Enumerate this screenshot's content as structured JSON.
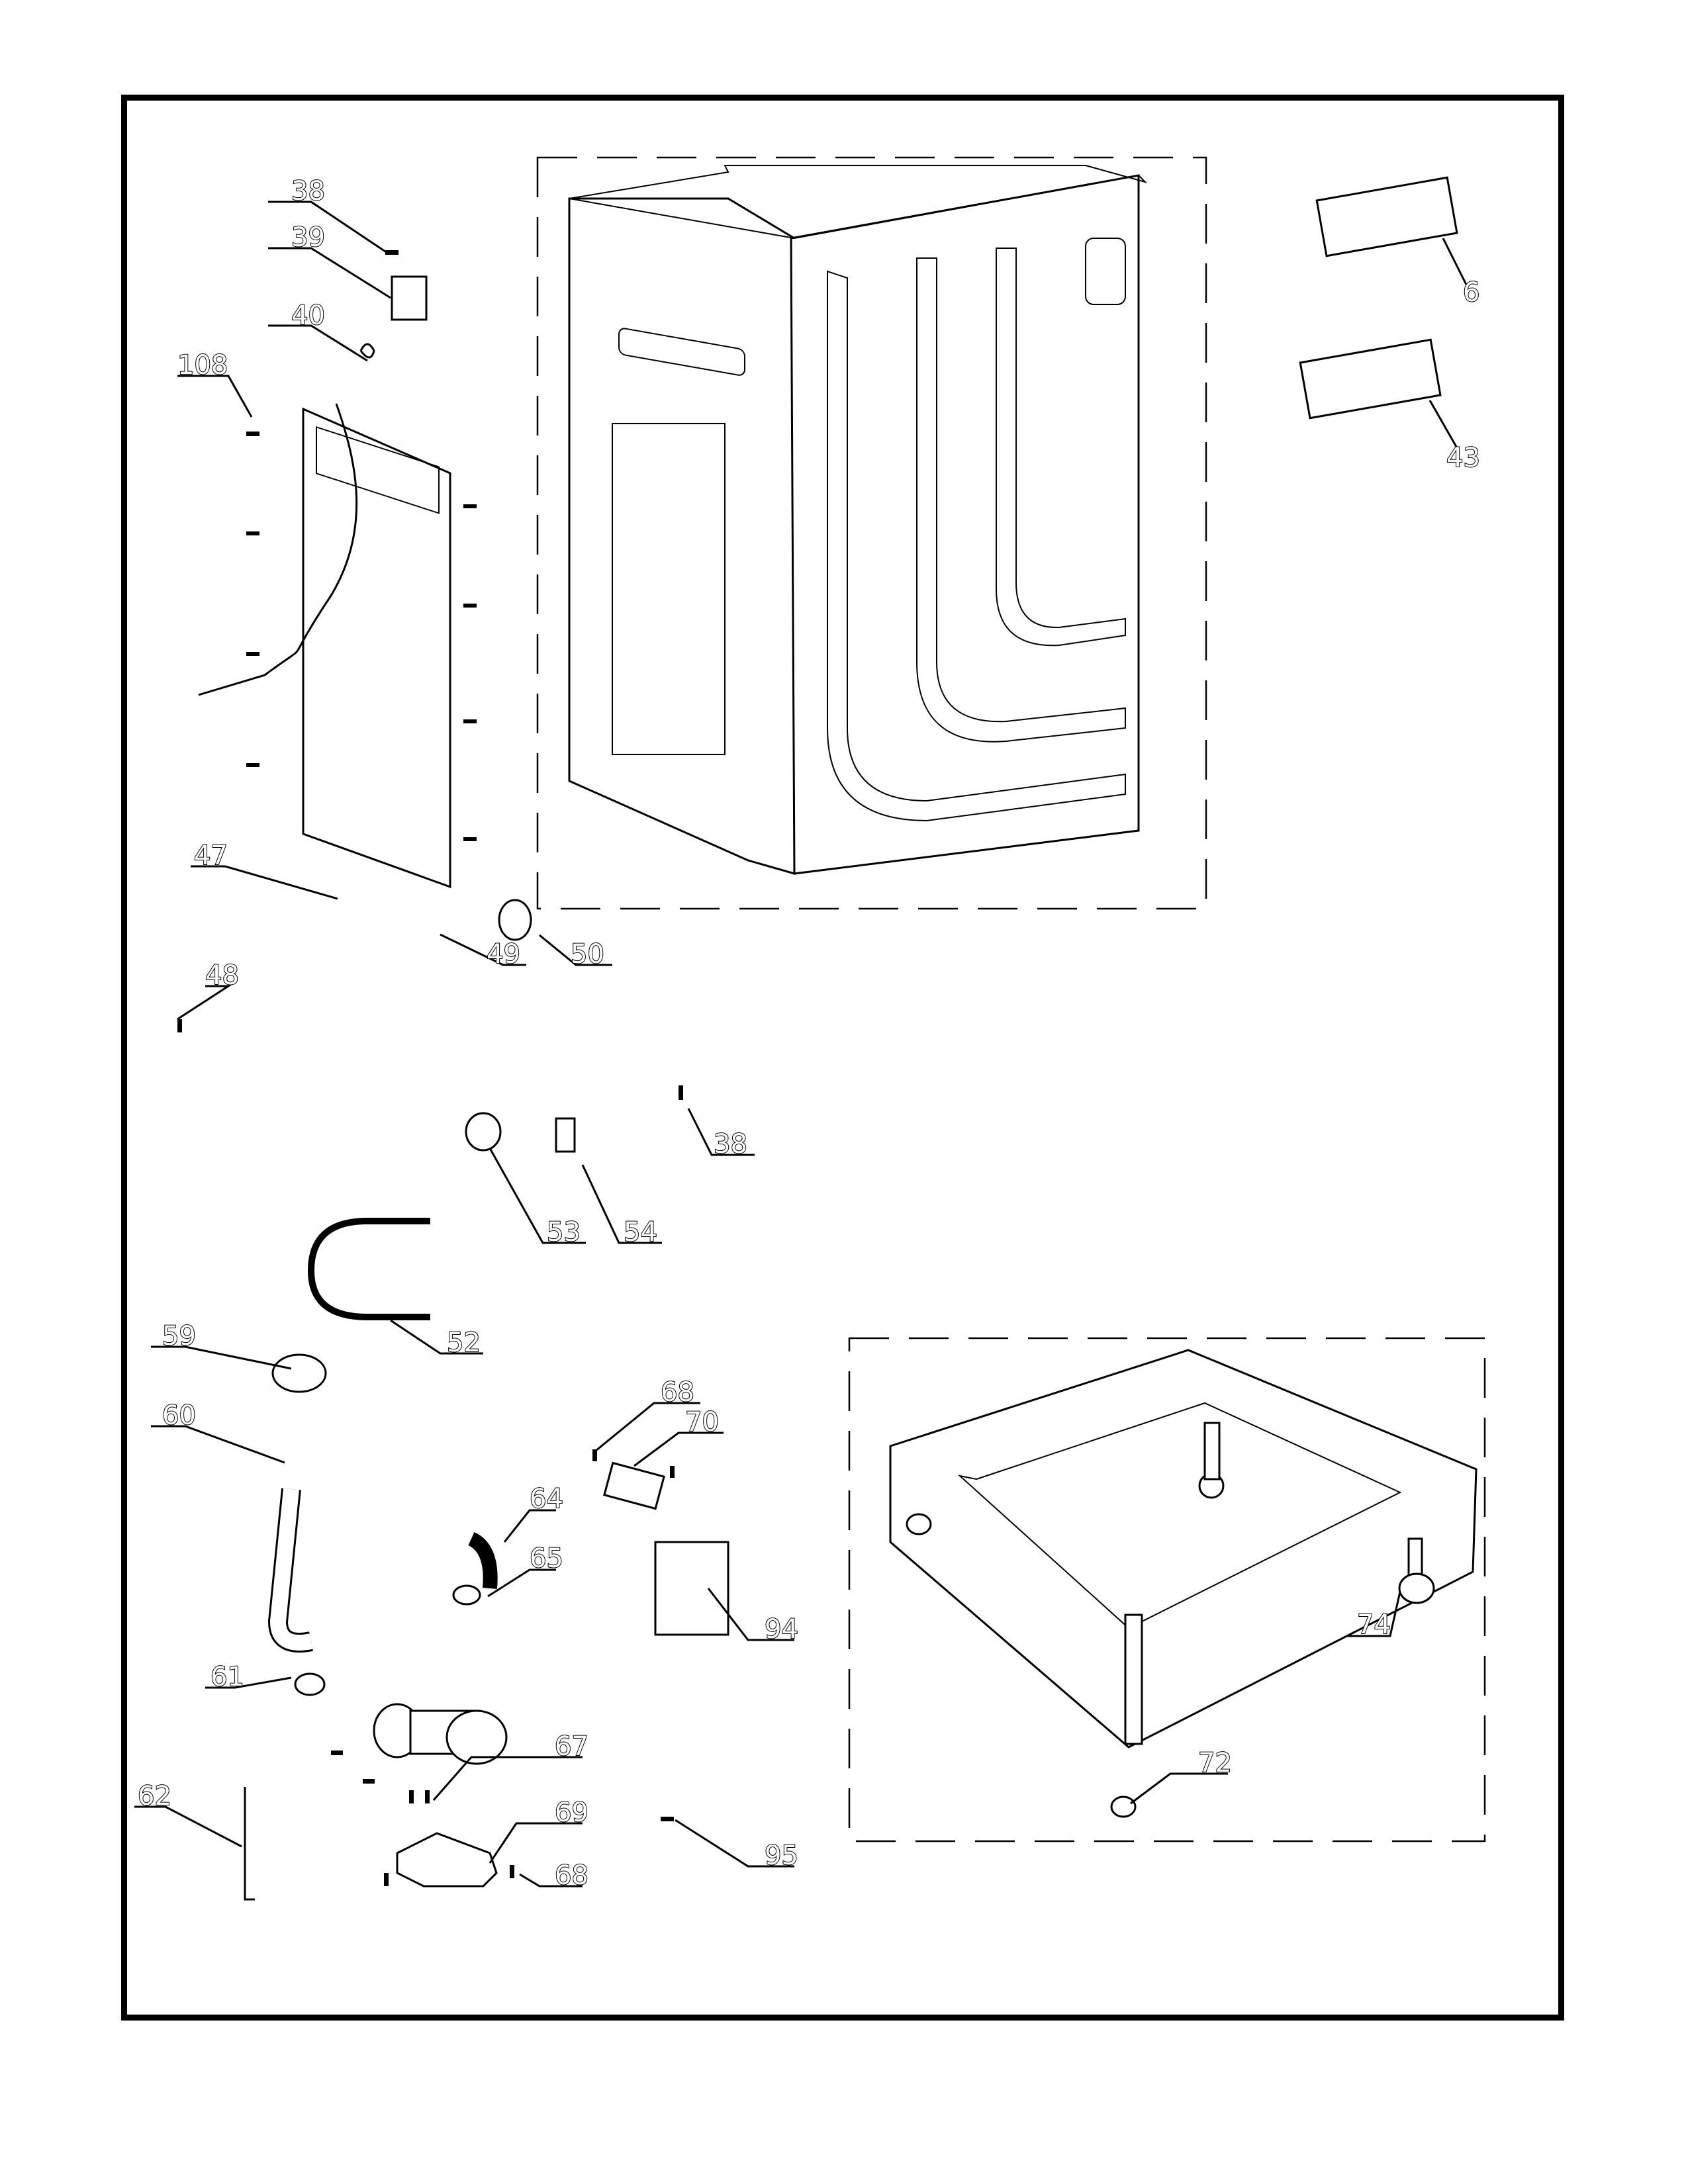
{
  "diagram": {
    "title": "Cabinet / Base exploded parts view",
    "callouts": [
      {
        "id": "c38a",
        "label": "38",
        "part": "screw"
      },
      {
        "id": "c39",
        "label": "39",
        "part": "bracket"
      },
      {
        "id": "c40",
        "label": "40",
        "part": "clip"
      },
      {
        "id": "c108",
        "label": "108",
        "part": "screw"
      },
      {
        "id": "c6",
        "label": "6",
        "part": "pad"
      },
      {
        "id": "c43",
        "label": "43",
        "part": "pad"
      },
      {
        "id": "c47",
        "label": "47",
        "part": "power cord"
      },
      {
        "id": "c48",
        "label": "48",
        "part": "screw"
      },
      {
        "id": "c49",
        "label": "49",
        "part": "hose clamp"
      },
      {
        "id": "c50",
        "label": "50",
        "part": "grommet"
      },
      {
        "id": "c38b",
        "label": "38",
        "part": "screw"
      },
      {
        "id": "c53",
        "label": "53",
        "part": "ring"
      },
      {
        "id": "c54",
        "label": "54",
        "part": "spacer"
      },
      {
        "id": "c52",
        "label": "52",
        "part": "hose"
      },
      {
        "id": "c59",
        "label": "59",
        "part": "hose clamp"
      },
      {
        "id": "c60",
        "label": "60",
        "part": "drain hose"
      },
      {
        "id": "c64",
        "label": "64",
        "part": "elbow hose"
      },
      {
        "id": "c65",
        "label": "65",
        "part": "hose clamp"
      },
      {
        "id": "c68a",
        "label": "68",
        "part": "screw"
      },
      {
        "id": "c70",
        "label": "70",
        "part": "switch"
      },
      {
        "id": "c61",
        "label": "61",
        "part": "hose clamp"
      },
      {
        "id": "c67",
        "label": "67",
        "part": "screw"
      },
      {
        "id": "c69",
        "label": "69",
        "part": "pump cover"
      },
      {
        "id": "c62",
        "label": "62",
        "part": "wire harness"
      },
      {
        "id": "c68b",
        "label": "68",
        "part": "screw"
      },
      {
        "id": "c94",
        "label": "94",
        "part": "panel"
      },
      {
        "id": "c95",
        "label": "95",
        "part": "screw"
      },
      {
        "id": "c72",
        "label": "72",
        "part": "foot"
      },
      {
        "id": "c74",
        "label": "74",
        "part": "adjustable foot"
      }
    ]
  }
}
